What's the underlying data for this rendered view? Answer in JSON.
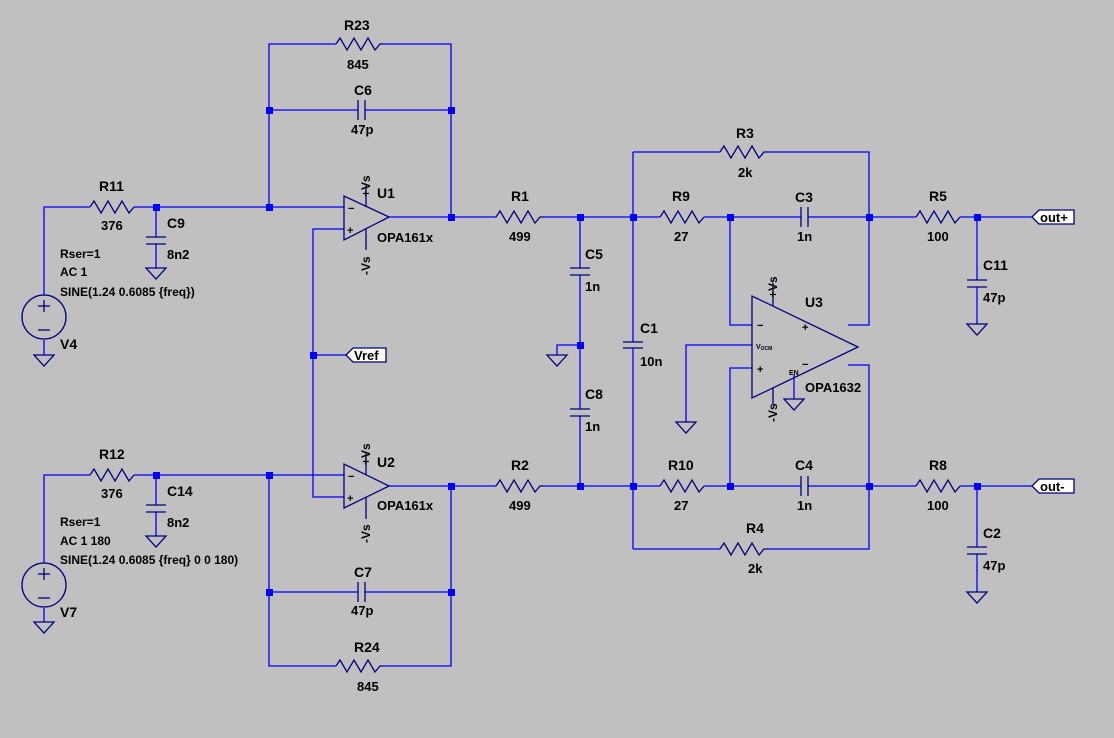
{
  "colors": {
    "background": "#c0c0c0",
    "wire": "#0000ff",
    "symbol": "#000080"
  },
  "components": {
    "R23": {
      "name": "R23",
      "value": "845"
    },
    "R24": {
      "name": "R24",
      "value": "845"
    },
    "C6": {
      "name": "C6",
      "value": "47p"
    },
    "C7": {
      "name": "C7",
      "value": "47p"
    },
    "R11": {
      "name": "R11",
      "value": "376"
    },
    "R12": {
      "name": "R12",
      "value": "376"
    },
    "C9": {
      "name": "C9",
      "value": "8n2"
    },
    "C14": {
      "name": "C14",
      "value": "8n2"
    },
    "U1": {
      "name": "U1",
      "model": "OPA161x"
    },
    "U2": {
      "name": "U2",
      "model": "OPA161x"
    },
    "U3": {
      "name": "U3",
      "model": "OPA1632"
    },
    "R1": {
      "name": "R1",
      "value": "499"
    },
    "R2": {
      "name": "R2",
      "value": "499"
    },
    "C5": {
      "name": "C5",
      "value": "1n"
    },
    "C8": {
      "name": "C8",
      "value": "1n"
    },
    "C1": {
      "name": "C1",
      "value": "10n"
    },
    "R3": {
      "name": "R3",
      "value": "2k"
    },
    "R4": {
      "name": "R4",
      "value": "2k"
    },
    "R9": {
      "name": "R9",
      "value": "27"
    },
    "R10": {
      "name": "R10",
      "value": "27"
    },
    "C3": {
      "name": "C3",
      "value": "1n"
    },
    "C4": {
      "name": "C4",
      "value": "1n"
    },
    "R5": {
      "name": "R5",
      "value": "100"
    },
    "R8": {
      "name": "R8",
      "value": "100"
    },
    "C11": {
      "name": "C11",
      "value": "47p"
    },
    "C2": {
      "name": "C2",
      "value": "47p"
    },
    "V4": {
      "name": "V4",
      "rser": "Rser=1",
      "ac": "AC 1",
      "sine": "SINE(1.24 0.6085 {freq})"
    },
    "V7": {
      "name": "V7",
      "rser": "Rser=1",
      "ac": "AC 1 180",
      "sine": "SINE(1.24 0.6085 {freq} 0 0 180)"
    }
  },
  "pins": {
    "pos_supply": "+Vs",
    "neg_supply": "-Vs",
    "plus": "+",
    "minus": "−",
    "vocm": "V",
    "vocm_sub": "OCM",
    "en": "EN"
  },
  "net_labels": {
    "vref": "Vref",
    "out_plus": "out+",
    "out_minus": "out-"
  }
}
